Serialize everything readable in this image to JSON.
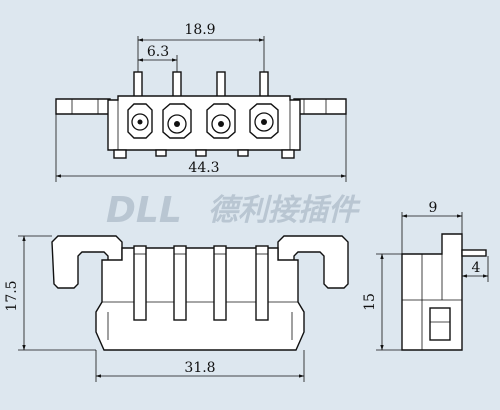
{
  "watermark": {
    "brand": "DLL",
    "chinese": "德利接插件"
  },
  "dimensions": {
    "top_width": "18.9",
    "pin_pitch": "6.3",
    "total_width": "44.3",
    "front_height": "17.5",
    "front_width": "31.8",
    "side_width": "9",
    "side_height": "15",
    "pin_offset": "4"
  }
}
